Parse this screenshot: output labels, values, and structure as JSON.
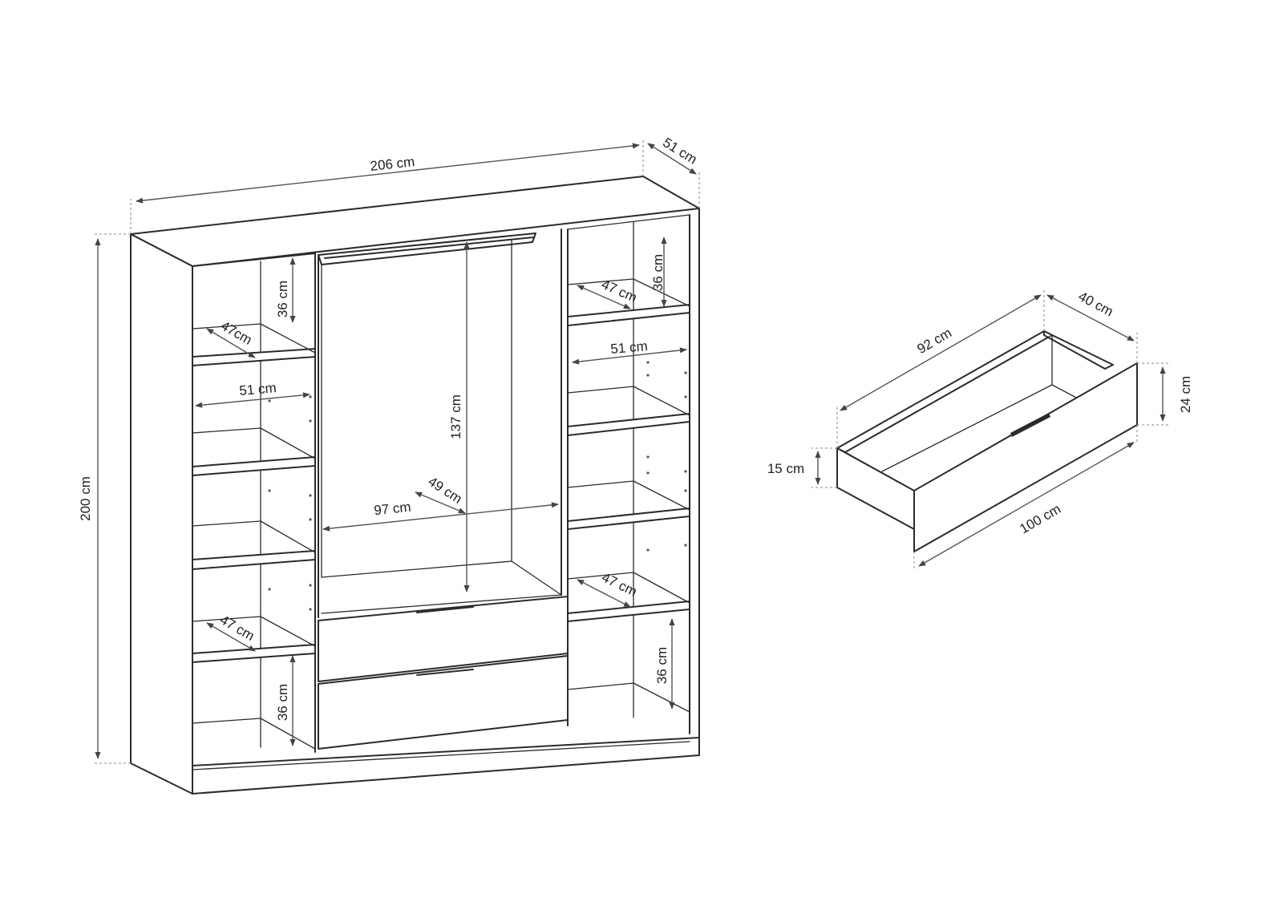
{
  "wardrobe": {
    "width": "206 cm",
    "depth": "51 cm",
    "height": "200 cm",
    "hanging_height": "137 cm",
    "hanging_width": "97 cm",
    "hanging_depth": "49 cm",
    "left_top_shelf_height": "36 cm",
    "left_top_shelf_depth": "47cm",
    "left_inner_depth": "51 cm",
    "left_lower_shelf_depth": "47 cm",
    "left_bottom_height": "36 cm",
    "right_top_shelf_height": "36 cm",
    "right_top_shelf_depth": "47 cm",
    "right_inner_depth": "51 cm",
    "right_lower_shelf_depth": "47 cm",
    "right_bottom_height": "36 cm"
  },
  "drawer": {
    "length": "92 cm",
    "depth": "40 cm",
    "front_height": "24 cm",
    "side_height": "15 cm",
    "front_width": "100 cm"
  },
  "colors": {
    "line": "#2b2b2b",
    "dimension": "#555555"
  }
}
